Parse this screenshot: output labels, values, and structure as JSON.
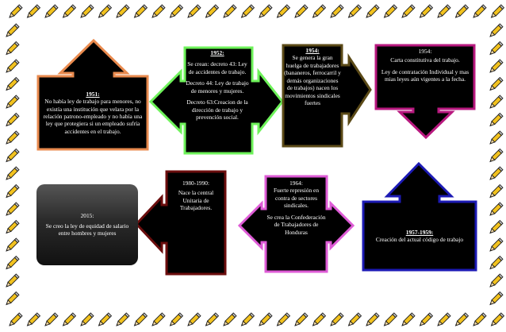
{
  "colors": {
    "background": "#ffffff",
    "shape_fill": "#000000",
    "orange": "#e98a4e",
    "green": "#6ef25a",
    "olive": "#5b4a17",
    "magenta": "#b8197f",
    "blue": "#1c1ab4",
    "pink": "#de5bd6",
    "darkred": "#6b0d0d",
    "box2015_fill": "#2a2a2a"
  },
  "icons": [
    "pencil-icon"
  ],
  "timeline": {
    "e1951": {
      "heading": "1951:",
      "body": "No había ley de trabajo para menores, no existía una institución que velara por la relación patrono-empleado y no había una ley que protegiera si un empleado sufría accidentes en el trabajo."
    },
    "e1952": {
      "heading": "1952:",
      "p1": "Se crean: decreto 43: Ley de accidentes de trabajo.",
      "p2": "Decreto 44: Ley de trabajo de menores y mujeres.",
      "p3": "Decreto 63:Creacion de la dirección de trabajo y prevención social."
    },
    "e1954a": {
      "heading": "1954:",
      "body": "Se genera la gran huelga de trabajadores (bananeros, ferrocarril y demás organizaciones de trabajos) nacen los movimientos sindicales fuertes"
    },
    "e1954b": {
      "heading": "1954:",
      "p1": "Carta constitutiva del trabajo.",
      "p2": "Ley de contratación Individual y mas mias leyes aún vigentes a la fecha."
    },
    "e1957": {
      "heading": "1957-1959:",
      "body": "Creación del actual código de trabajo"
    },
    "e1964": {
      "heading": "1964:",
      "p1": "Fuerte represión en contra de sectores sindicales.",
      "p2": "Se crea la Confederación de Trabajadores de Honduras"
    },
    "e1980": {
      "heading": "1980-1990:",
      "body": "Nace la central Unitaria de Trabajadores."
    },
    "e2015": {
      "heading": "2015:",
      "body": "Se creo la ley de equidad de salario entre hombres y mujeres"
    }
  }
}
